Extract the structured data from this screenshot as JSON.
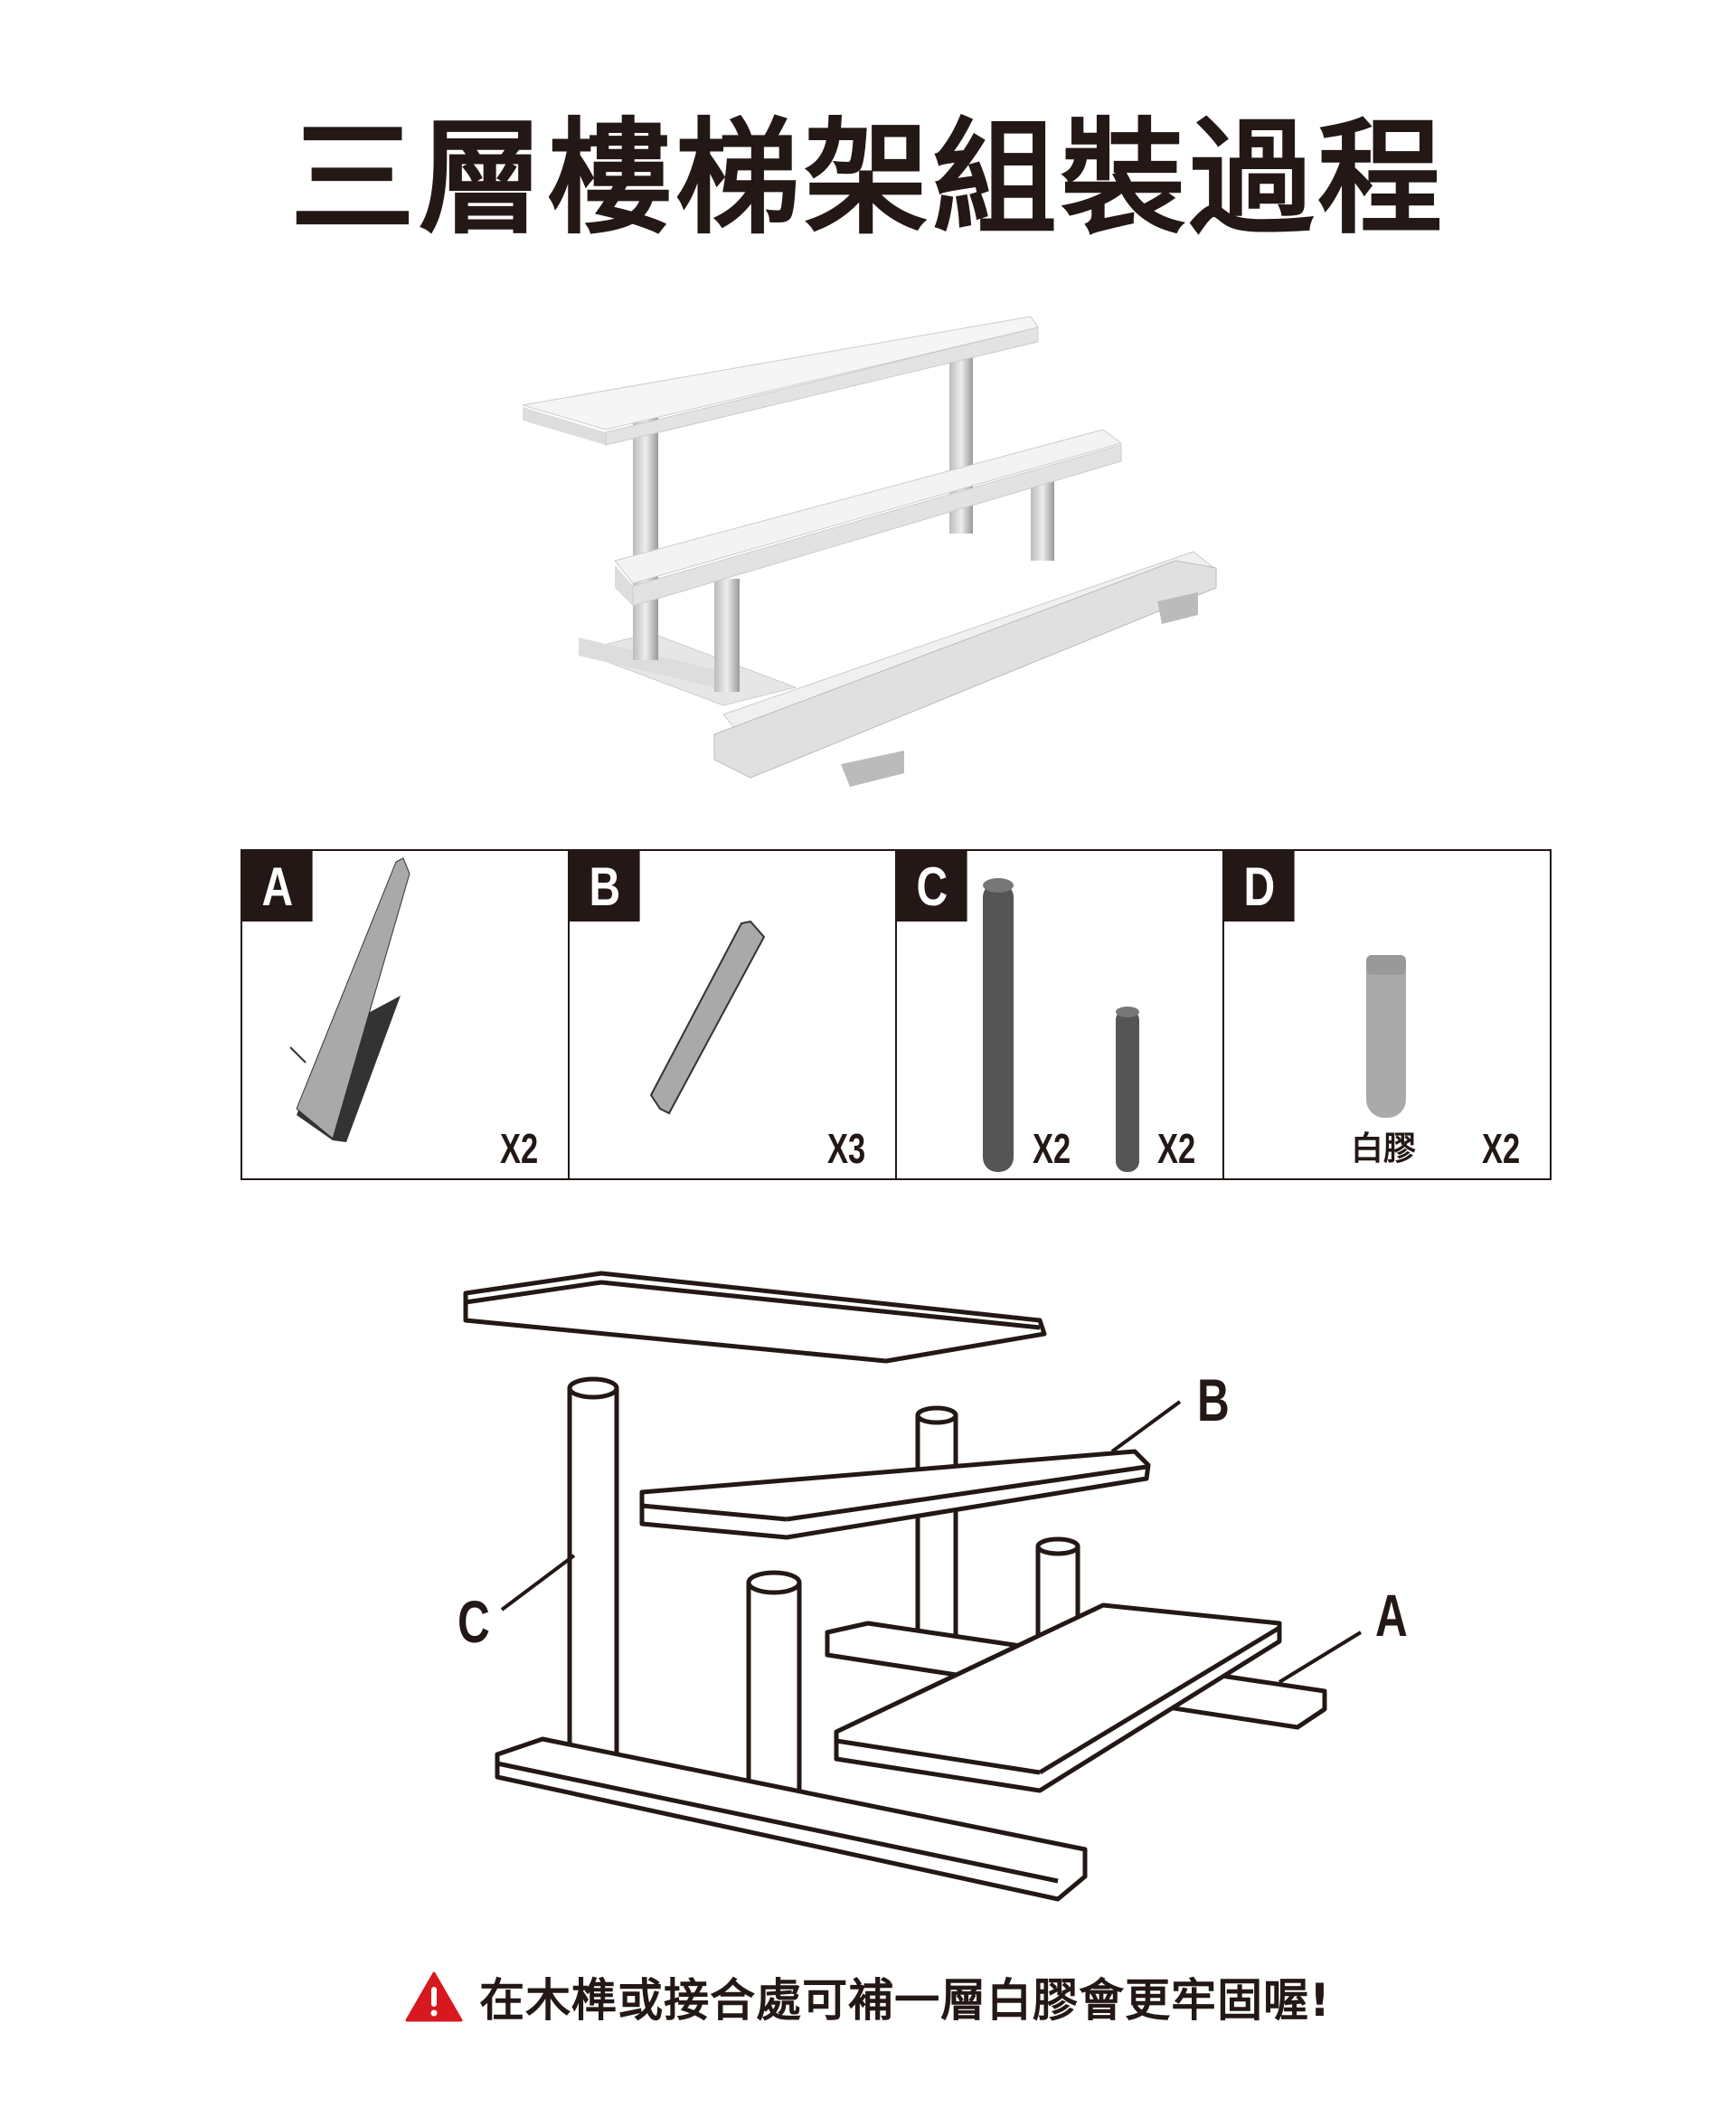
{
  "title": "三層樓梯架組裝過程",
  "parts": [
    {
      "tag": "A",
      "qty": "X2"
    },
    {
      "tag": "B",
      "qty": "X3"
    },
    {
      "tag": "C",
      "qty_long": "X2",
      "qty_short": "X2"
    },
    {
      "tag": "D",
      "label": "白膠",
      "qty": "X2"
    }
  ],
  "diagram_labels": {
    "a": "A",
    "b": "B",
    "c": "C"
  },
  "note": "在木榫或接合處可補一層白膠會更牢固喔!",
  "colors": {
    "text": "#231815",
    "warning": "#d7181e",
    "part_gray": "#a9a9a9",
    "rod_dark": "#555555"
  }
}
